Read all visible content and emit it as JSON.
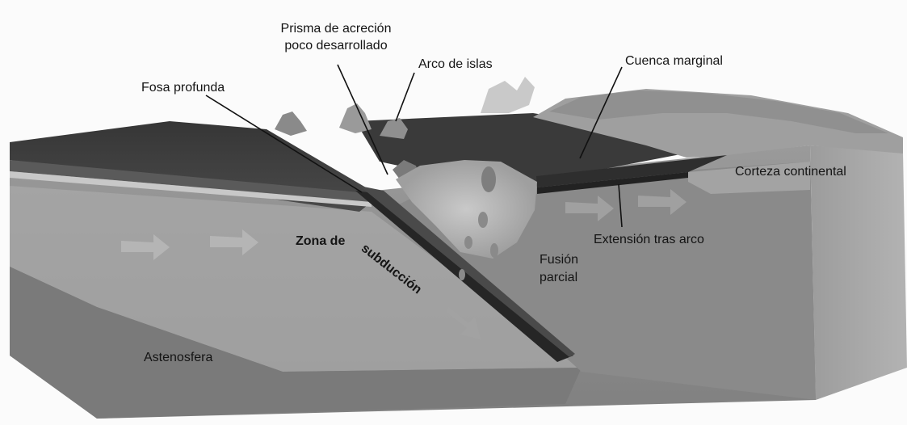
{
  "labels": {
    "prisma_line1": "Prisma de acreción",
    "prisma_line2": "poco desarrollado",
    "arco_islas": "Arco de islas",
    "cuenca": "Cuenca marginal",
    "fosa": "Fosa profunda",
    "corteza": "Corteza continental",
    "zona_de": "Zona de",
    "subduccion": "subducción",
    "extension": "Extensión tras arco",
    "fusion_line1": "Fusión",
    "fusion_line2": "parcial",
    "astenosfera": "Astenosfera"
  },
  "colors": {
    "page": "#fbfbfb",
    "ocean_top": "#3f3f3f",
    "front_face": "#8f8f8f",
    "mantle": "#7d7d7d",
    "slab": "#2b2b2b",
    "continent": "#a9a9a9",
    "leader_line": "#111111"
  }
}
